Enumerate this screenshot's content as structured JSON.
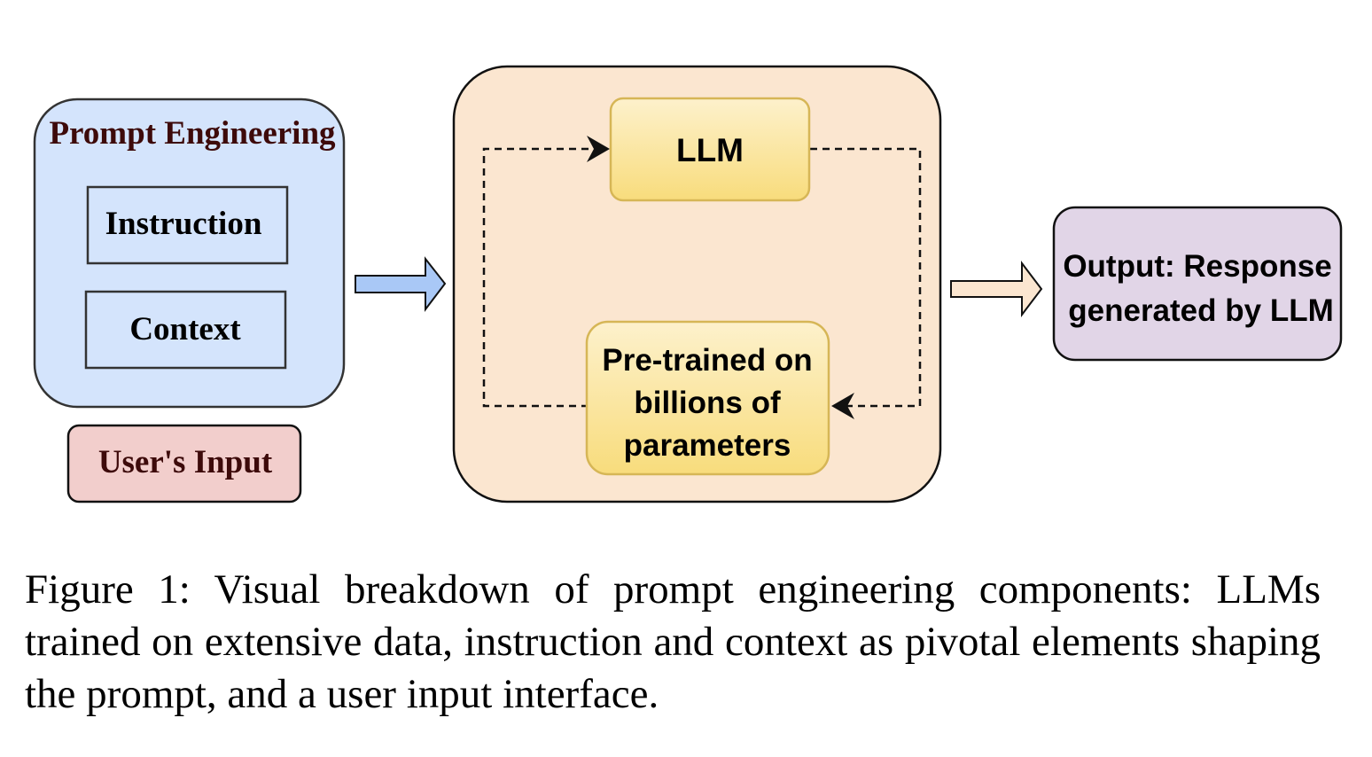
{
  "diagram": {
    "prompt_engineering": {
      "title": "Prompt Engineering",
      "items": [
        "Instruction",
        "Context"
      ],
      "fill": "#d4e4fc",
      "title_color": "#3d0a0a"
    },
    "user_input": {
      "label": "User's Input",
      "fill": "#f2cecc",
      "text_color": "#3d0a0a"
    },
    "llm_container": {
      "fill": "#fbe6d0",
      "llm_label": "LLM",
      "pretrained_lines": [
        "Pre-trained on",
        "billions of",
        "parameters"
      ],
      "box_fill_top": "#fdf1cc",
      "box_fill_bottom": "#f8dc7c",
      "box_stroke": "#d6b656"
    },
    "output": {
      "lines": [
        "Output: Response",
        "generated by LLM"
      ],
      "fill": "#e1d5e7"
    },
    "arrows": {
      "input_arrow_fill": "#a9c8f6",
      "output_arrow_fill": "#fbe6d0"
    }
  },
  "caption": "Figure 1:  Visual breakdown of prompt engineering components: LLMs trained on extensive data, instruction and context as pivotal elements shaping the prompt, and a user input interface."
}
